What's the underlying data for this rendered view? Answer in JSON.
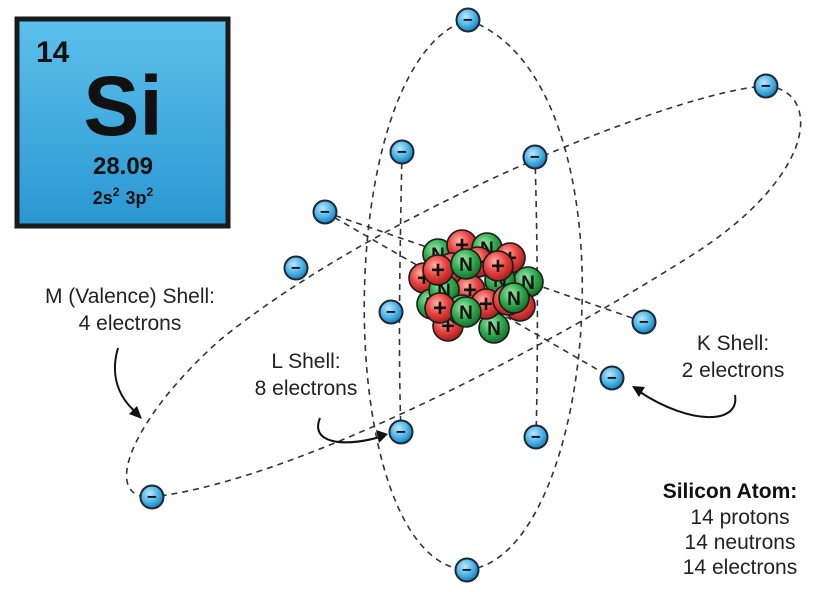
{
  "element_tile": {
    "atomic_number": "14",
    "symbol": "Si",
    "atomic_mass": "28.09",
    "config_part1": "2s",
    "config_sup1": "2",
    "config_part2": "3p",
    "config_sup2": "2",
    "background_color": "#2fa3dc",
    "border_color": "#1a1a1a"
  },
  "shell_labels": {
    "m_shell": {
      "line1": "M (Valence) Shell:",
      "line2": "4 electrons"
    },
    "l_shell": {
      "line1": "L Shell:",
      "line2": "8 electrons"
    },
    "k_shell": {
      "line1": "K Shell:",
      "line2": "2 electrons"
    }
  },
  "summary": {
    "title": "Silicon Atom:",
    "protons": "14 protons",
    "neutrons": "14 neutrons",
    "electrons": "14 electrons"
  },
  "particles": {
    "electron_symbol": "−",
    "proton_symbol": "+",
    "neutron_symbol": "N",
    "electron_color": "#4ab3e6",
    "proton_color": "#e8423f",
    "neutron_color": "#2fae4e"
  }
}
